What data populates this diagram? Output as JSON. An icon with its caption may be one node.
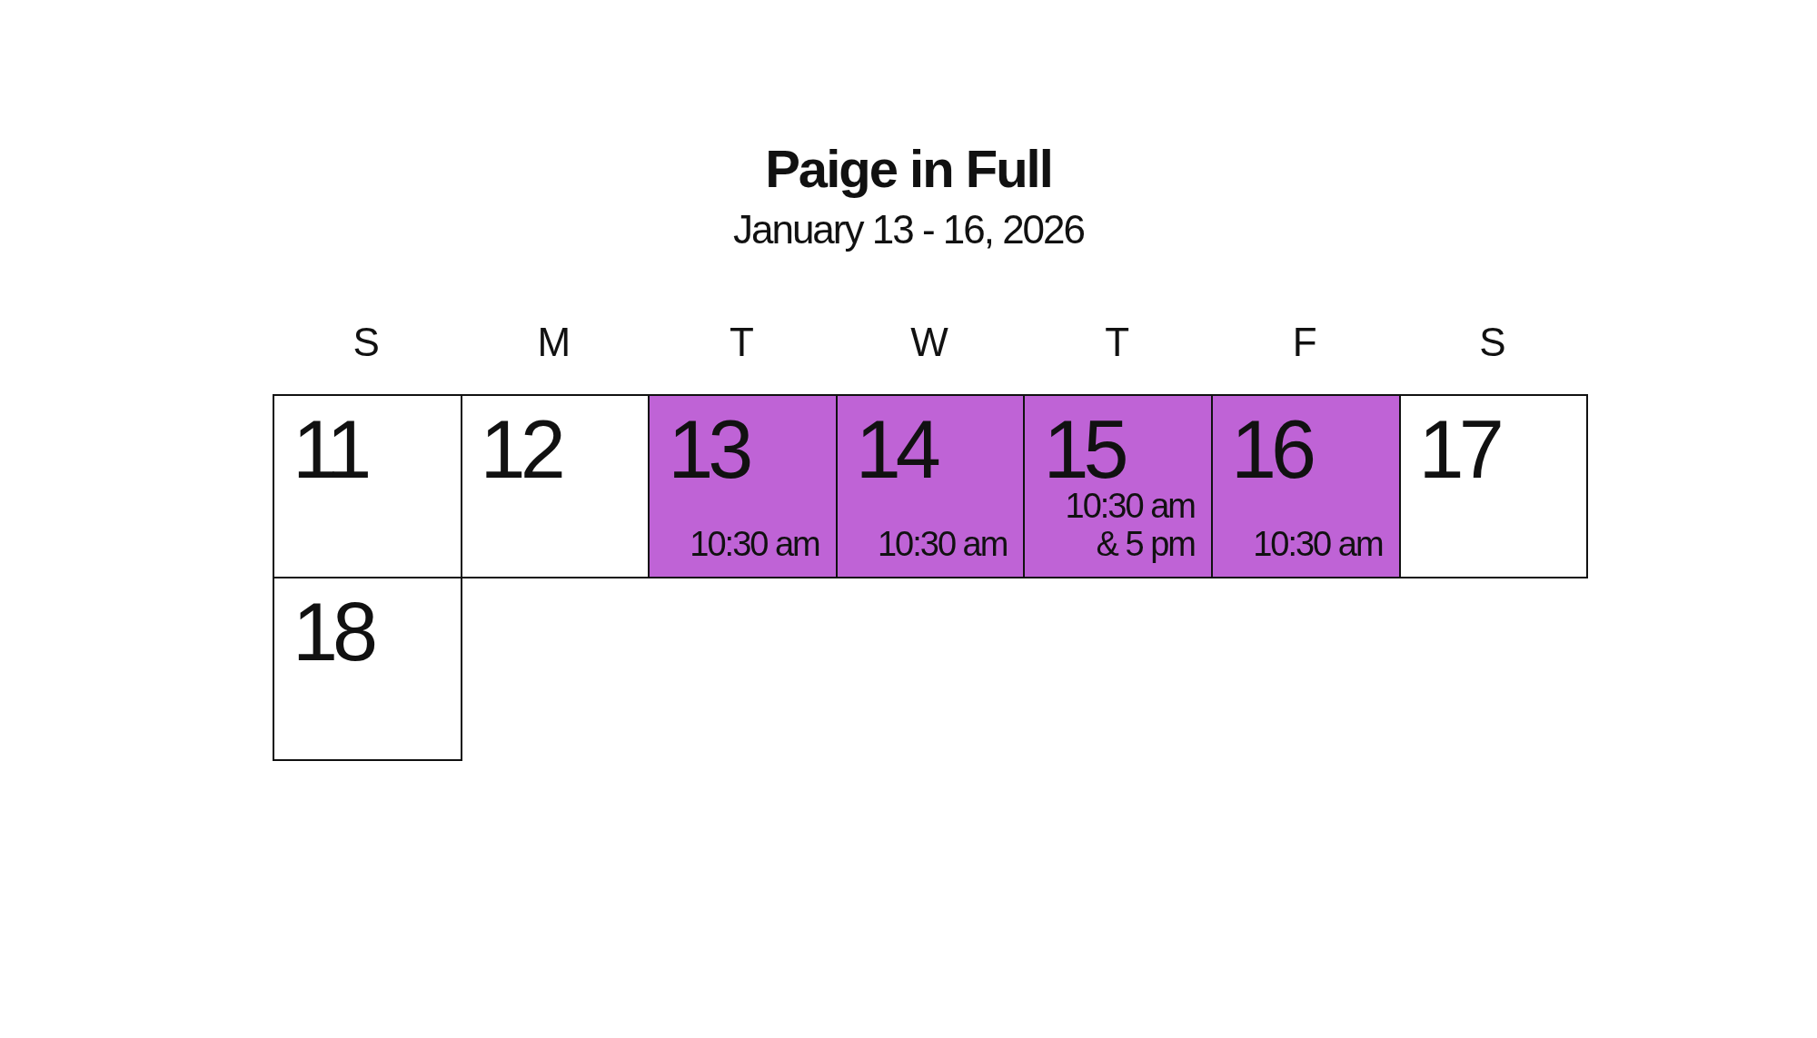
{
  "diagram": {
    "title": "Paige in Full",
    "nodes": [
      {
        "text": [
          "11"
        ]
      },
      {
        "text": [
          "12"
        ]
      },
      {
        "text": [
          "13",
          "10:30 am"
        ]
      },
      {
        "text": [
          "14",
          "10:30 am"
        ]
      },
      {
        "text": [
          "15",
          "10:30 am & 5 pm"
        ]
      },
      {
        "text": [
          "16",
          "10:30 am"
        ]
      },
      {
        "text": [
          "17"
        ]
      },
      {
        "text": [
          "18"
        ]
      }
    ],
    "labels": [
      "January 13 - 16, 2026",
      "S",
      "M",
      "T",
      "W",
      "T",
      "F",
      "S"
    ]
  }
}
